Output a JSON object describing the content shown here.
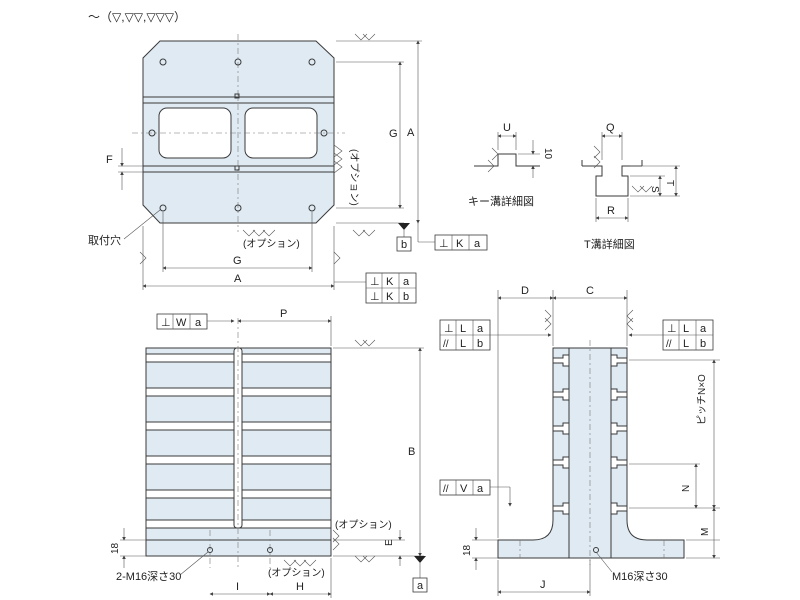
{
  "header": {
    "finish_symbols": "～（▽,▽▽,▽▽▽）"
  },
  "top_view": {
    "dim_A": "A",
    "dim_G": "G",
    "dim_F": "F",
    "mount_hole_label": "取付穴",
    "option_label": "(オプション)",
    "datum_b": "b",
    "tol_perp": "⊥",
    "tol_K": "K",
    "tol_a": "a",
    "tol_b": "b"
  },
  "key_groove": {
    "title": "キー溝詳細図",
    "U": "U",
    "depth": "10"
  },
  "t_groove": {
    "title": "T溝詳細図",
    "Q": "Q",
    "R": "R",
    "T": "T",
    "S": "S"
  },
  "front_view": {
    "tol_W_sym": "⊥",
    "tol_W": "W",
    "tol_W_a": "a",
    "dim_P": "P",
    "dim_B": "B",
    "dim_E": "E",
    "dim_18": "18",
    "dim_I": "I",
    "dim_H": "H",
    "thread_label": "2-M16深さ30",
    "option_label": "(オプション)",
    "option_label_2": "(オプション)",
    "datum_a": "a"
  },
  "side_view": {
    "dim_D": "D",
    "dim_C": "C",
    "dim_J": "J",
    "dim_M": "M",
    "dim_N": "N",
    "dim_18": "18",
    "pitch_label": "ピッチN×O",
    "thread_label": "M16深さ30",
    "tol_perp": "⊥",
    "tol_par": "//",
    "tol_L": "L",
    "tol_V": "V",
    "tol_a": "a",
    "tol_b": "b"
  }
}
